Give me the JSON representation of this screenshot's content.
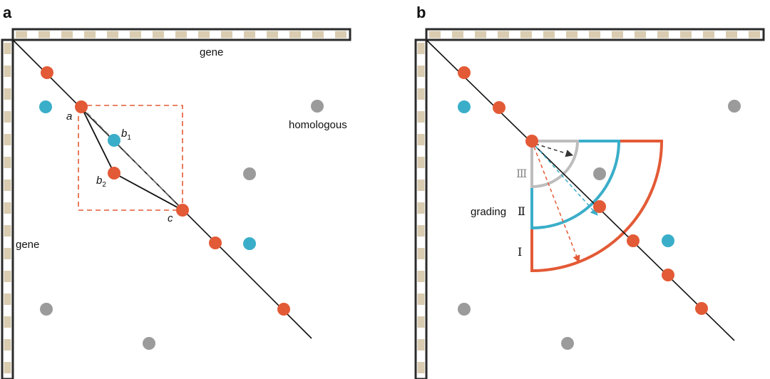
{
  "panels": [
    {
      "label": "a",
      "top_axis_label": "gene",
      "left_axis_label": "gene",
      "homologous_label": "homologous",
      "point_labels": {
        "a": "a",
        "b1": "b",
        "b1_sub": "1",
        "b2": "b",
        "b2_sub": "2",
        "c": "c"
      }
    },
    {
      "label": "b",
      "grading_label": "grading",
      "grade_levels": [
        "Ⅰ",
        "Ⅱ",
        "Ⅲ"
      ]
    }
  ],
  "colors": {
    "collinear_point": "#e35a36",
    "mismatch_point": "#3aaec9",
    "background_point": "#9b9b9b",
    "axis_bar_dark": "#2b2b2b",
    "axis_bar_stripe": "#d9ccb1",
    "grade_I": "#e35a36",
    "grade_II": "#3aaec9",
    "grade_III": "#bdbdbd",
    "box_dashed": "#e35a36"
  }
}
